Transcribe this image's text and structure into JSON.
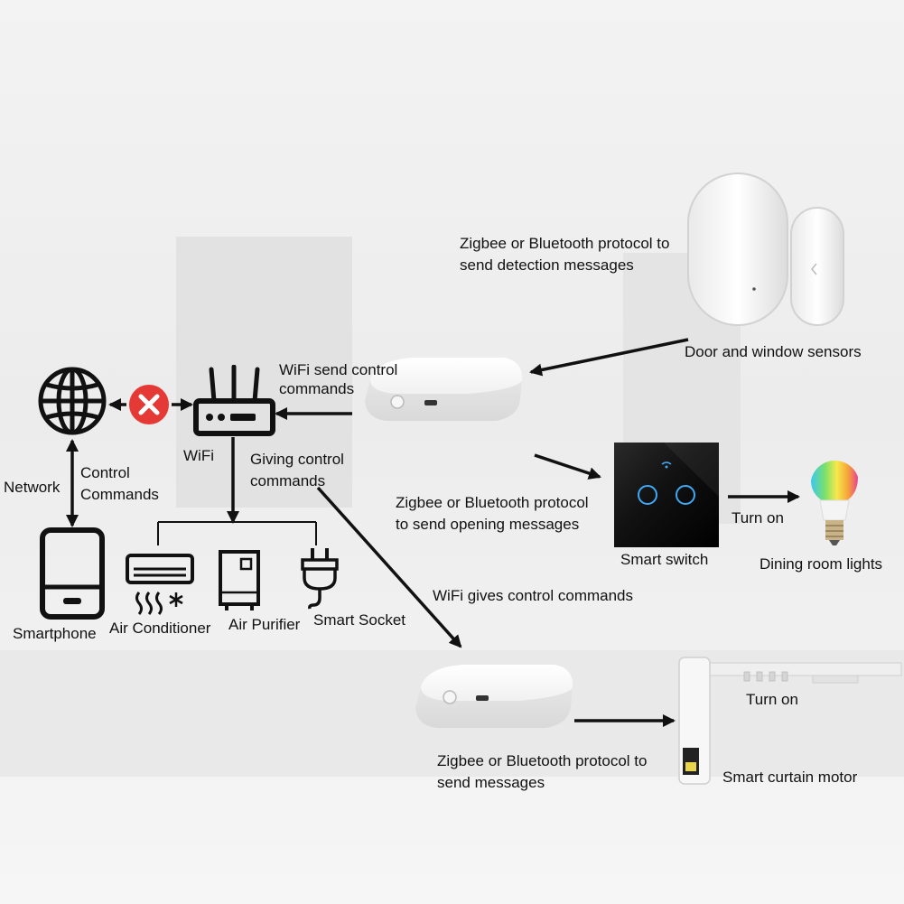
{
  "labels": {
    "network": "Network",
    "control_commands": "Control\nCommands",
    "smartphone": "Smartphone",
    "wifi": "WiFi",
    "wifi_send_control": "WiFi send control\ncommands",
    "giving_control": "Giving control\ncommands",
    "air_conditioner": "Air Conditioner",
    "air_purifier": "Air Purifier",
    "smart_socket": "Smart Socket",
    "zigbee_detection": "Zigbee or Bluetooth protocol to\nsend detection messages",
    "door_window_sensors": "Door and window sensors",
    "zigbee_opening": "Zigbee or Bluetooth protocol\nto send opening messages",
    "smart_switch": "Smart switch",
    "turn_on_lights": "Turn on",
    "dining_room_lights": "Dining room lights",
    "wifi_gives_control": "WiFi gives control commands",
    "turn_on_curtain": "Turn on",
    "zigbee_messages": "Zigbee or Bluetooth protocol to\nsend messages",
    "smart_curtain_motor": "Smart curtain motor"
  },
  "icons": {
    "globe": "globe-icon",
    "blocked": "close-icon",
    "router": "router-icon",
    "smartphone": "smartphone-icon",
    "air_conditioner": "air-conditioner-icon",
    "air_purifier": "air-purifier-icon",
    "smart_socket": "plug-icon",
    "gateway": "gateway-hub",
    "sensor": "door-sensor",
    "switch": "touch-switch",
    "bulb": "rgb-bulb",
    "curtain_motor": "curtain-motor"
  },
  "colors": {
    "blocked_red": "#e53935",
    "switch_ring": "#3fa9f5"
  }
}
